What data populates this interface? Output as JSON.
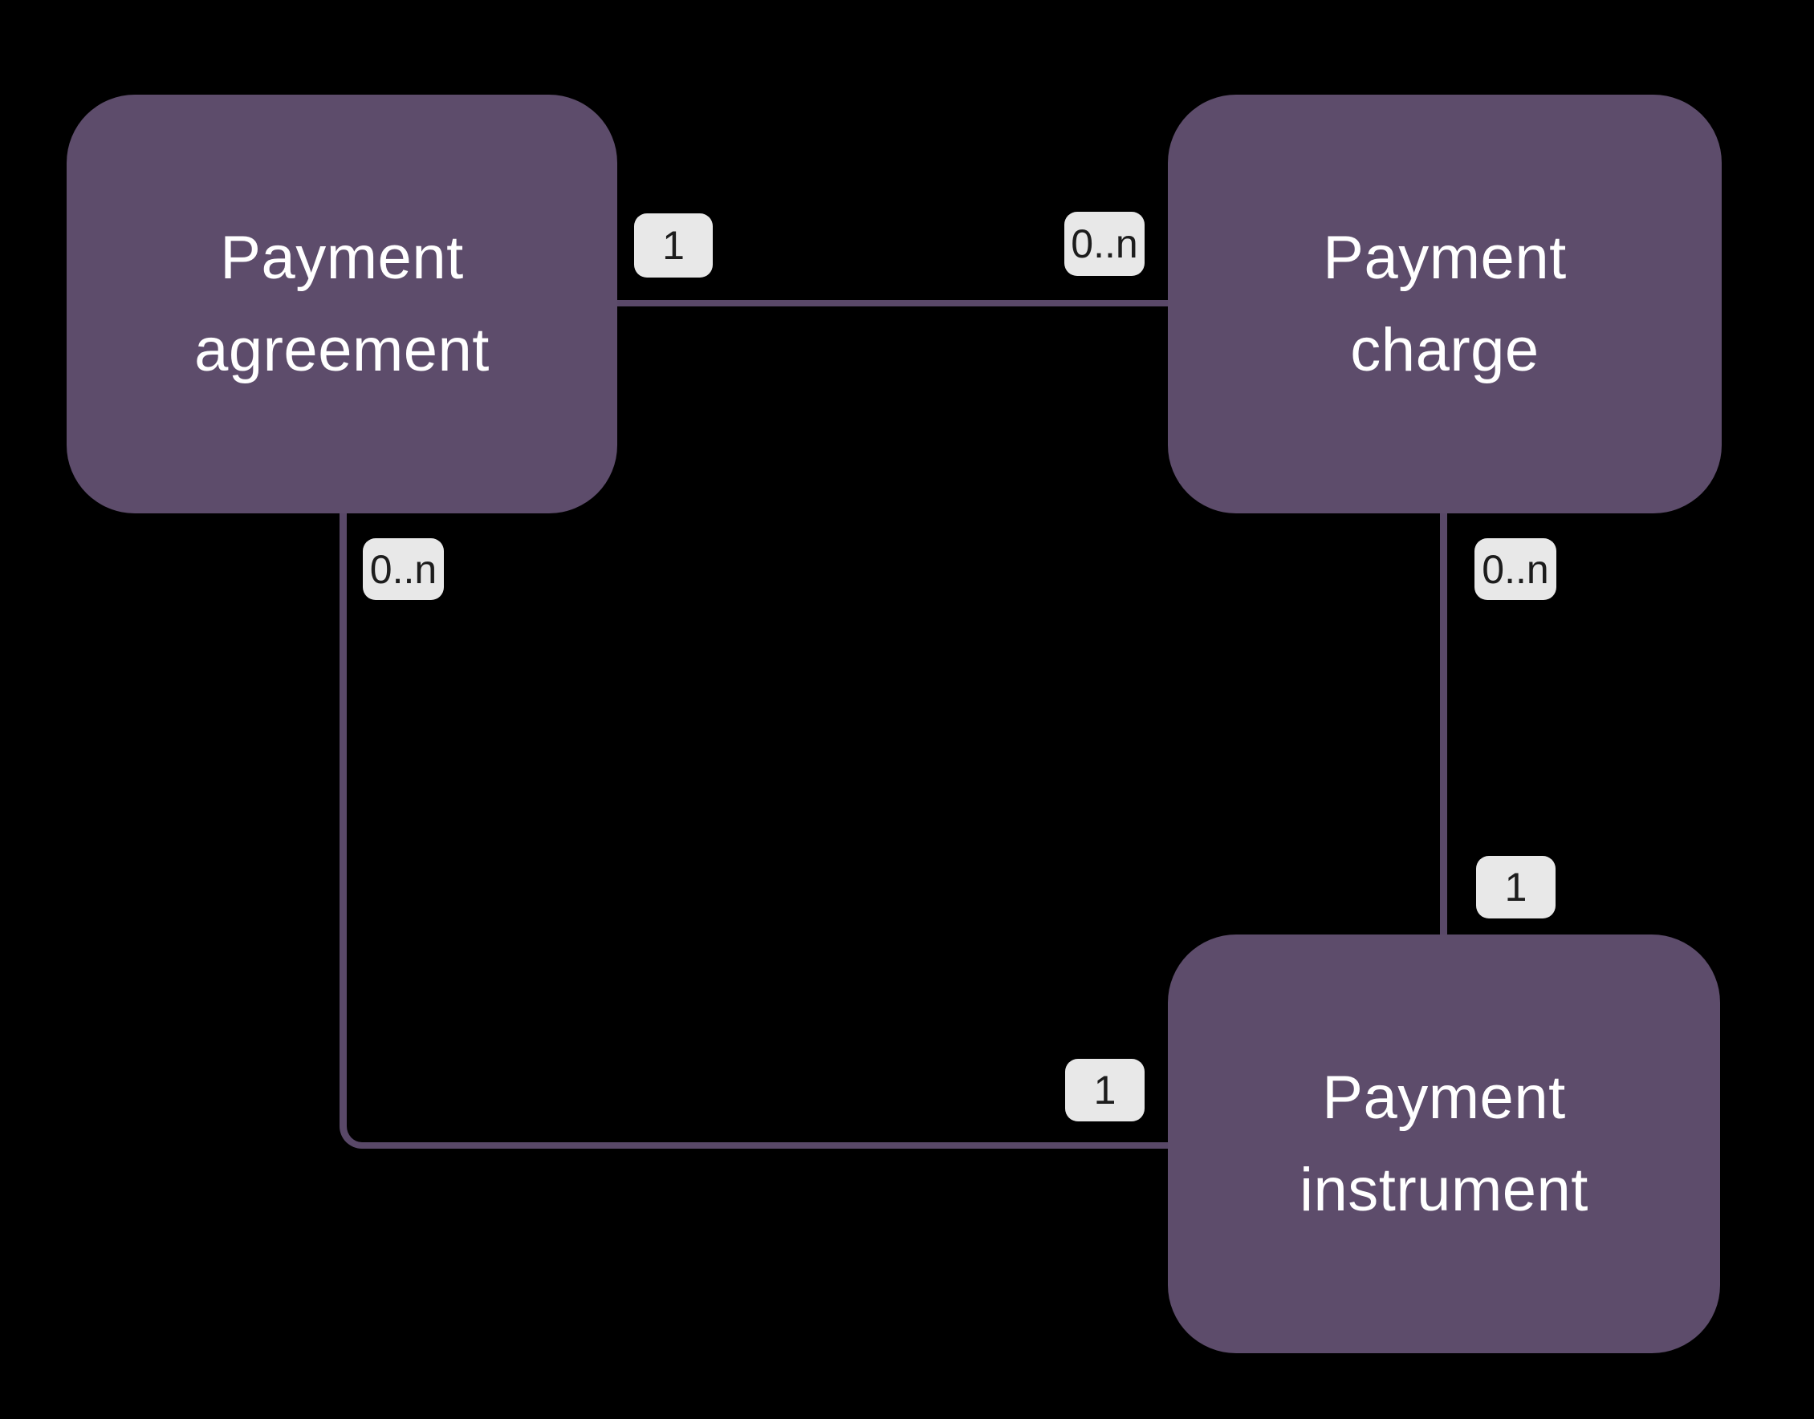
{
  "diagram": {
    "colors": {
      "background": "#000000",
      "node_fill": "#5d4c6b",
      "node_text": "#ffffff",
      "edge": "#594868",
      "badge_bg": "#e8e8e8",
      "badge_text": "#1d1d1d"
    },
    "nodes": [
      {
        "id": "payment-agreement",
        "label": "Payment agreement",
        "lines": [
          "Payment",
          "agreement"
        ]
      },
      {
        "id": "payment-charge",
        "label": "Payment charge",
        "lines": [
          "Payment",
          "charge"
        ]
      },
      {
        "id": "payment-instrument",
        "label": "Payment instrument",
        "lines": [
          "Payment",
          "instrument"
        ]
      }
    ],
    "edges": [
      {
        "id": "agreement-charge",
        "from": "payment-agreement",
        "to": "payment-charge",
        "source_cardinality": "1",
        "target_cardinality": "0..n"
      },
      {
        "id": "charge-instrument",
        "from": "payment-charge",
        "to": "payment-instrument",
        "source_cardinality": "0..n",
        "target_cardinality": "1"
      },
      {
        "id": "agreement-instrument",
        "from": "payment-agreement",
        "to": "payment-instrument",
        "source_cardinality": "0..n",
        "target_cardinality": "1"
      }
    ]
  }
}
